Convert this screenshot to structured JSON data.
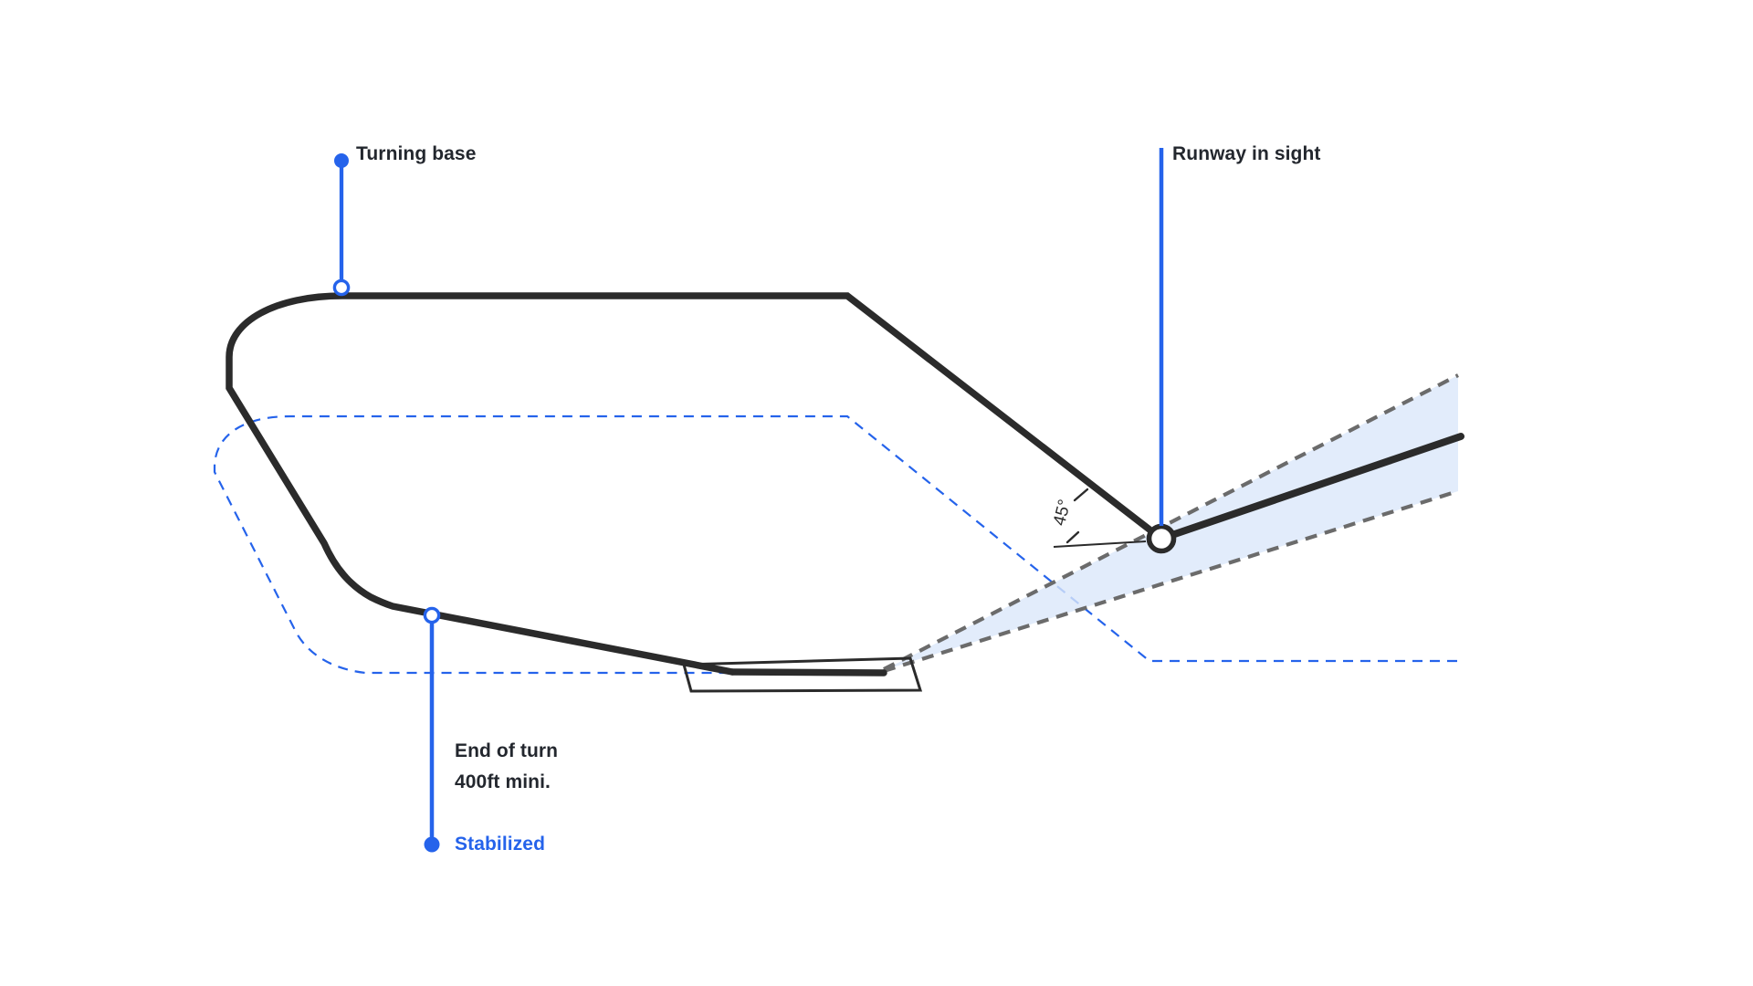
{
  "diagram": {
    "labels": {
      "turning_base": "Turning base",
      "runway_in_sight": "Runway in sight",
      "end_of_turn_line1": "End of turn",
      "end_of_turn_line2": "400ft mini.",
      "stabilized": "Stabilized",
      "intercept_angle": "45°"
    },
    "colors": {
      "accent_blue": "#2563eb",
      "path_black": "#2b2b2b",
      "cone_gray": "#6b6b6b",
      "cone_fill": "#dbe7fa",
      "label_dark": "#23272e",
      "background": "#ffffff"
    }
  }
}
